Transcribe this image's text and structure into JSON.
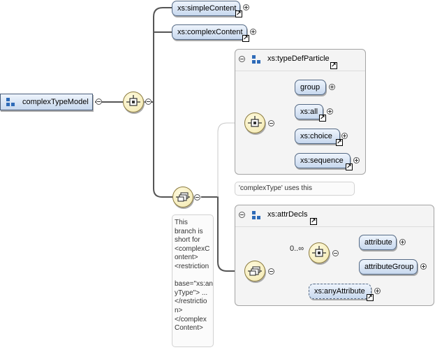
{
  "root": {
    "label": "complexTypeModel"
  },
  "choice_top": {
    "items": [
      {
        "label": "xs:simpleContent"
      },
      {
        "label": "xs:complexContent"
      }
    ]
  },
  "group_typedef": {
    "title": "xs:typeDefParticle",
    "items": [
      {
        "label": "group"
      },
      {
        "label": "xs:all"
      },
      {
        "label": "xs:choice"
      },
      {
        "label": "xs:sequence"
      }
    ],
    "note": "'complexType' uses this"
  },
  "group_attr": {
    "title": "xs:attrDecls",
    "occurrence": "0..∞",
    "items": [
      {
        "label": "attribute"
      },
      {
        "label": "attributeGroup"
      }
    ],
    "any_attribute": "xs:anyAttribute"
  },
  "branch_note": {
    "lines": [
      "This",
      "branch is",
      "short for",
      "<complexC",
      "ontent>",
      "<restriction",
      "",
      "base=\"xs:an",
      "yType\"> ...",
      "</restrictio",
      "n>",
      "</complex",
      "Content>"
    ]
  }
}
